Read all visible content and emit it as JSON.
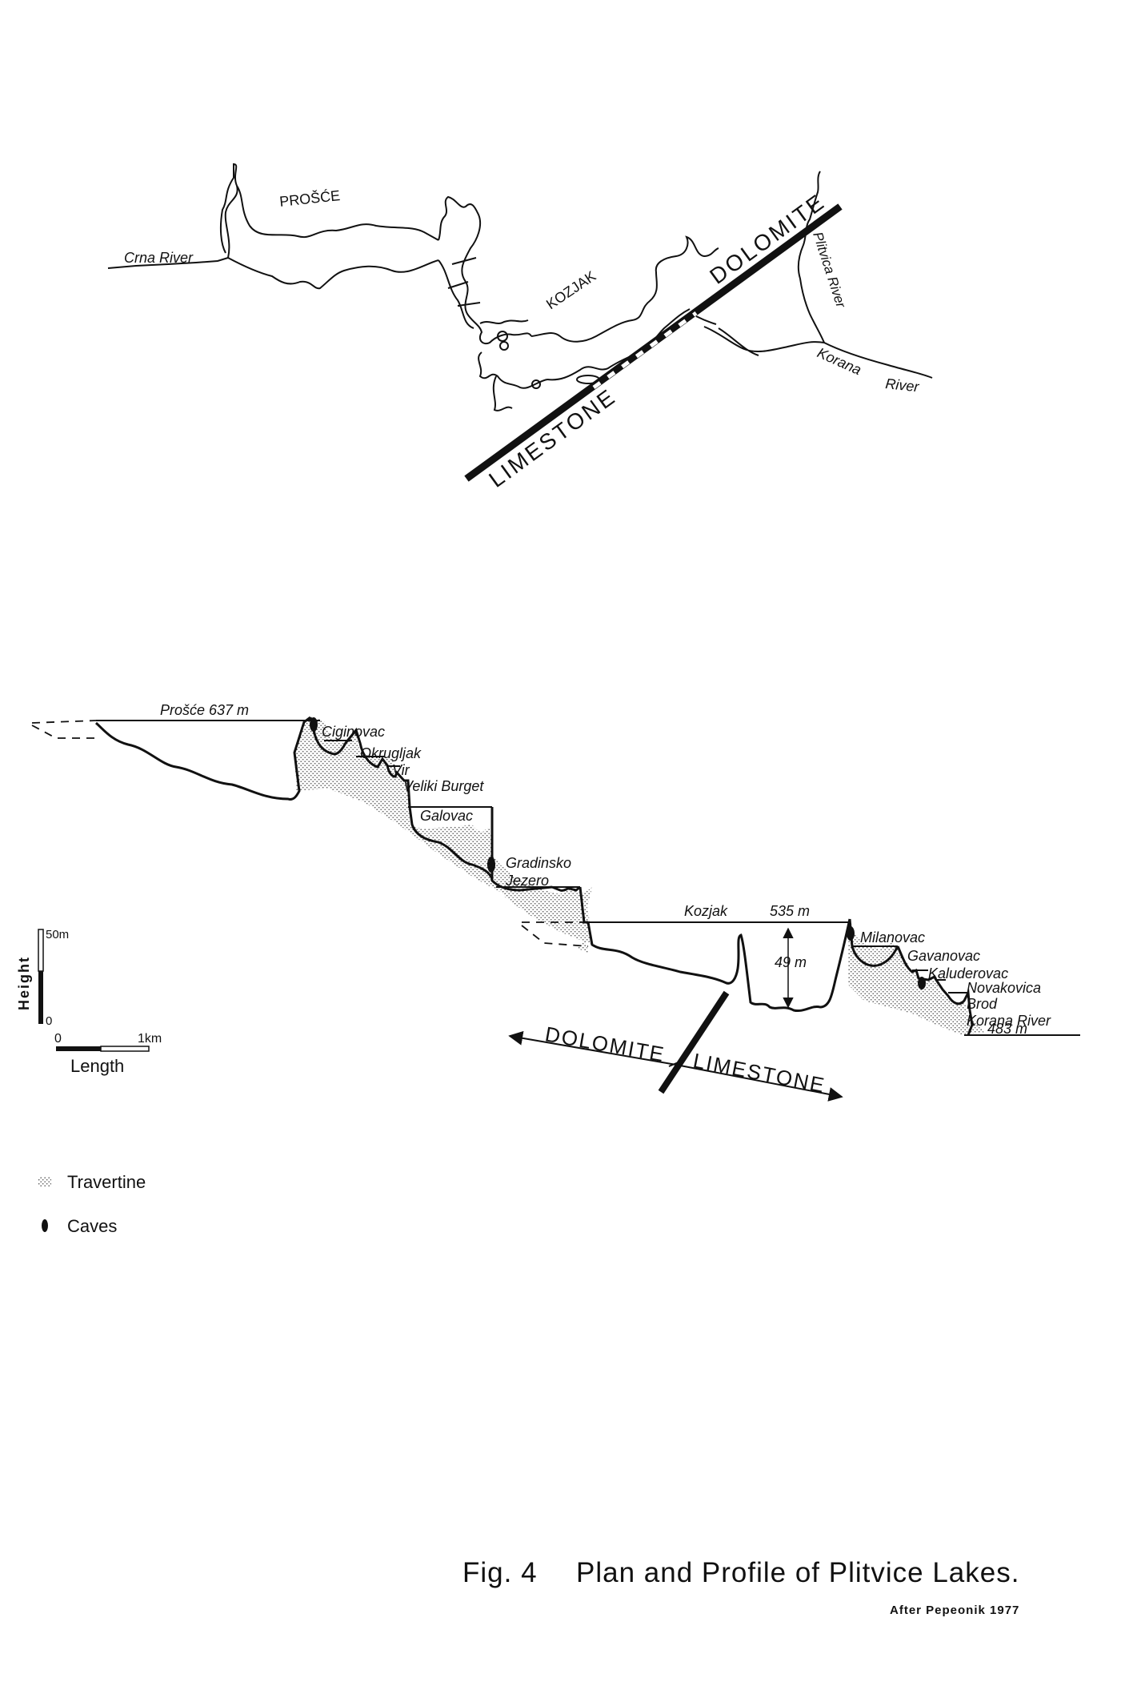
{
  "plan": {
    "area_label": "PROŠĆE",
    "lake_label": "KOZJAK",
    "river_crna": "Crna River",
    "river_plitvica": "Plitvica River",
    "river_korana": "Korana",
    "river_korana_2": "River",
    "fault_dolomite": "DOLOMITE",
    "fault_limestone": "LIMESTONE"
  },
  "profile": {
    "lake_prosce": "Prošće 637 m",
    "lake_ciginovac": "Ciginovac",
    "lake_okrugljak": "Okrugljak",
    "lake_vir": "Vir",
    "lake_veliki_burget": "Veliki Burget",
    "lake_galovac": "Galovac",
    "lake_gradinsko_1": "Gradinsko",
    "lake_gradinsko_2": "Jezero",
    "lake_kozjak": "Kozjak",
    "kozjak_elev": "535 m",
    "kozjak_depth": "49 m",
    "lake_milanovac": "Milanovac",
    "lake_gavanovac": "Gavanovac",
    "lake_kaluderovac": "Kaluderovac",
    "lake_novakovica_1": "Novakovica",
    "lake_novakovica_2": "Brod",
    "korana_river": "Korana River",
    "korana_elev": "483 m",
    "rock_dolomite": "DOLOMITE",
    "rock_limestone": "LIMESTONE"
  },
  "scale": {
    "height_label": "Height",
    "height_top": "50m",
    "height_zero": "0",
    "length_zero": "0",
    "length_km": "1km",
    "length_label": "Length"
  },
  "legend": {
    "travertine": "Travertine",
    "caves": "Caves"
  },
  "caption": {
    "fig_number": "Fig. 4",
    "title": "Plan and Profile of Plitvice Lakes.",
    "source": "After Pepeonik 1977"
  }
}
